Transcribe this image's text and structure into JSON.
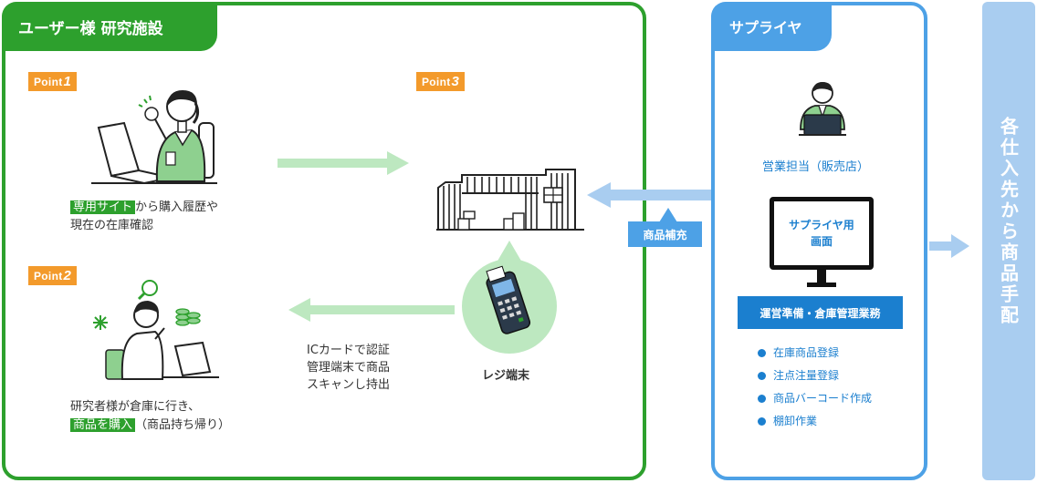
{
  "user_facility": {
    "title": "ユーザー様 研究施設",
    "point1": {
      "label": "Point",
      "num": "1",
      "caption_highlight": "専用サイト",
      "caption_line1_rest": "から購入履歴や",
      "caption_line2": "現在の在庫確認"
    },
    "point2": {
      "label": "Point",
      "num": "2",
      "caption_line1": "研究者様が倉庫に行き、",
      "caption_highlight": "商品を購入",
      "caption_line2_rest": "（商品持ち帰り）"
    },
    "point3": {
      "label": "Point",
      "num": "3"
    },
    "ic_card_text": [
      "ICカードで認証",
      "管理端末で商品",
      "スキャンし持出"
    ],
    "register_label": "レジ端末"
  },
  "supplier": {
    "title": "サプライヤ",
    "sales_rep_label": "営業担当（販売店）",
    "screen_text": [
      "サプライヤ用",
      "画面"
    ],
    "ops_label": "運営準備・倉庫管理業務",
    "tasks": [
      "在庫商品登録",
      "注点注量登録",
      "商品バーコード作成",
      "棚卸作業"
    ]
  },
  "restock_label": "商品補充",
  "procurement_label": "各仕入先から商品手配",
  "colors": {
    "green": "#2da02d",
    "blue": "#4da1e6",
    "orange": "#f39a2b",
    "light_blue": "#a9cdf0",
    "arrow_green": "#bde8c0",
    "arrow_blue": "#a9cdf0"
  }
}
